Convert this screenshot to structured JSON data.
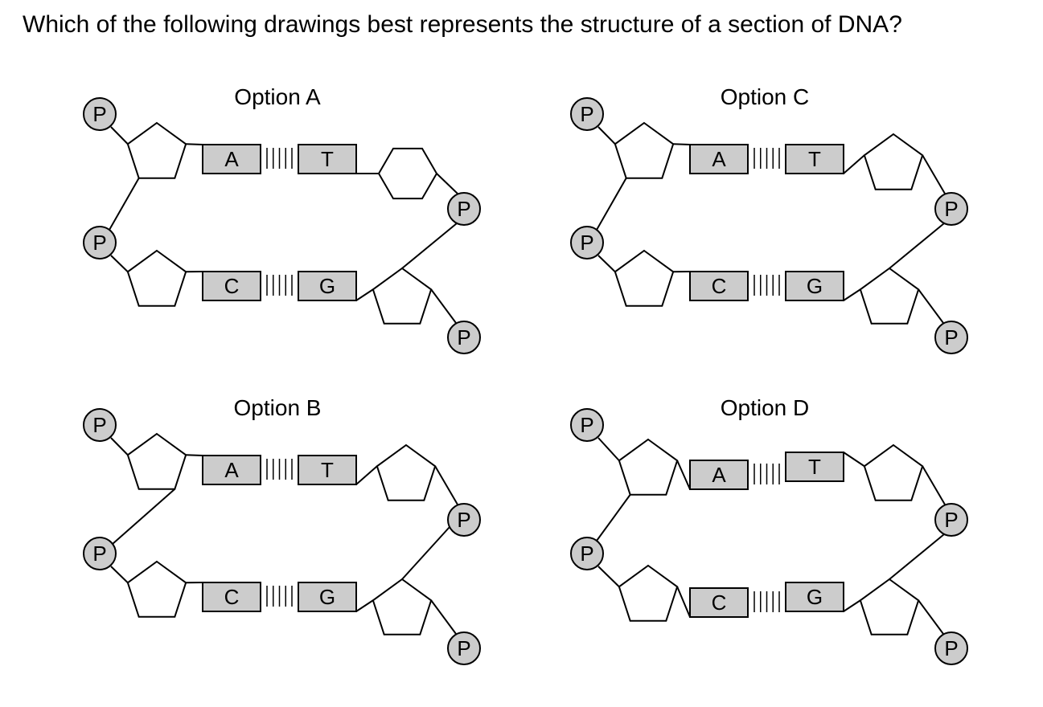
{
  "question": "Which of the following drawings best represents the structure of a section of DNA?",
  "phosphate_label": "P",
  "options": {
    "A": {
      "title": "Option A",
      "top_pair": [
        "A",
        "T"
      ],
      "bottom_pair": [
        "C",
        "G"
      ],
      "right_top_sugar": "hexagon"
    },
    "B": {
      "title": "Option B",
      "top_pair": [
        "A",
        "T"
      ],
      "bottom_pair": [
        "C",
        "G"
      ],
      "right_top_sugar": "pentagon"
    },
    "C": {
      "title": "Option C",
      "top_pair": [
        "A",
        "T"
      ],
      "bottom_pair": [
        "C",
        "G"
      ],
      "right_top_sugar": "pentagon"
    },
    "D": {
      "title": "Option D",
      "top_pair": [
        "A",
        "T"
      ],
      "bottom_pair": [
        "C",
        "G"
      ],
      "right_top_sugar": "pentagon"
    }
  },
  "colors": {
    "phosphate_fill": "#cccccc",
    "base_fill": "#cccccc",
    "sugar_fill": "#ffffff",
    "stroke": "#000000"
  }
}
